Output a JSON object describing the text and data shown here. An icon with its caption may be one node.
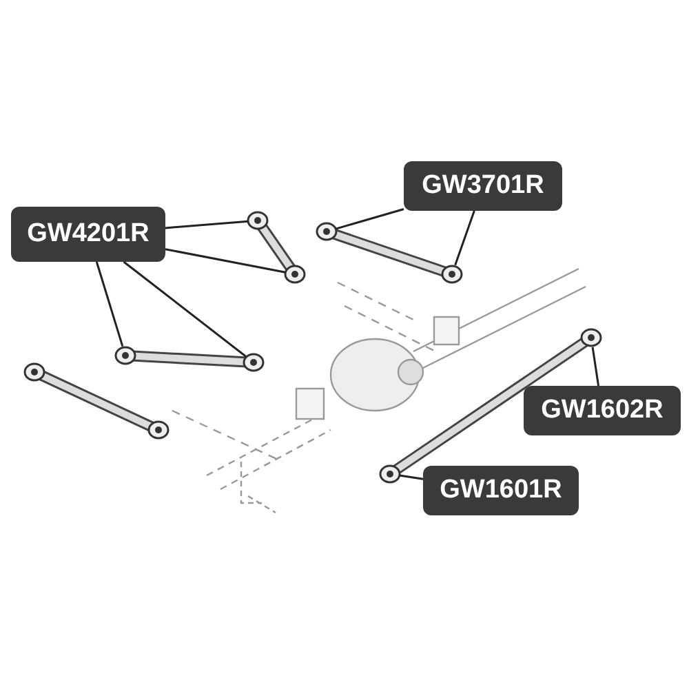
{
  "diagram": {
    "nodes": [
      {
        "text": [
          "GW4201R"
        ]
      },
      {
        "text": [
          "GW3701R"
        ]
      },
      {
        "text": [
          "GW1602R"
        ]
      },
      {
        "text": [
          "GW1601R"
        ]
      },
      {
        "text": [],
        "shape": "picture"
      },
      {
        "text": [],
        "shape": "picture"
      },
      {
        "text": [],
        "shape": "picture"
      },
      {
        "text": [],
        "shape": "picture"
      }
    ],
    "edges": [
      {
        "from": 0,
        "to": 4,
        "arrow": "none"
      },
      {
        "from": 0,
        "to": 4,
        "arrow": "none"
      },
      {
        "from": 0,
        "to": 5,
        "arrow": "none"
      },
      {
        "from": 0,
        "to": 5,
        "arrow": "none"
      },
      {
        "from": 1,
        "to": 6,
        "arrow": "none"
      },
      {
        "from": 1,
        "to": 6,
        "arrow": "none"
      },
      {
        "from": 2,
        "to": 7,
        "arrow": "none"
      },
      {
        "from": 3,
        "to": 7,
        "arrow": "none"
      }
    ]
  }
}
